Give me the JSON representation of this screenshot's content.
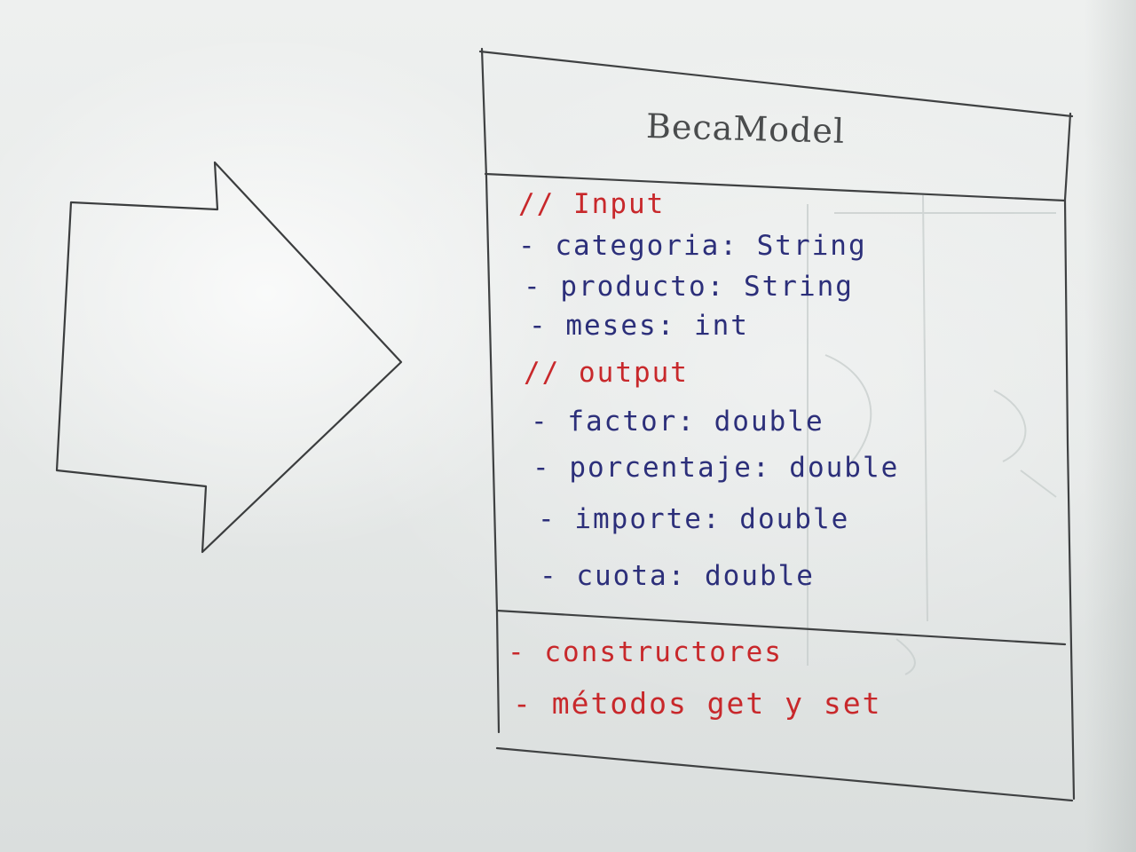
{
  "diagram": {
    "type": "uml-class",
    "class_name": "BecaModel",
    "sections": {
      "input_comment": "// Input",
      "input_attributes": [
        "- categoria: String",
        "- producto: String",
        "- meses: int"
      ],
      "output_comment": "// output",
      "output_attributes": [
        "- factor: double",
        "- porcentaje: double",
        "- importe: double",
        "- cuota: double"
      ],
      "methods": [
        "- constructores",
        "- métodos get y set"
      ]
    },
    "arrow": {
      "direction": "right",
      "color": "#3b3d3e"
    },
    "colors": {
      "box_outline": "#3f4142",
      "title": "#4a4c4d",
      "comments_and_methods": "#c8282b",
      "attributes": "#2c2f7a",
      "board": "#e7eae9"
    }
  }
}
